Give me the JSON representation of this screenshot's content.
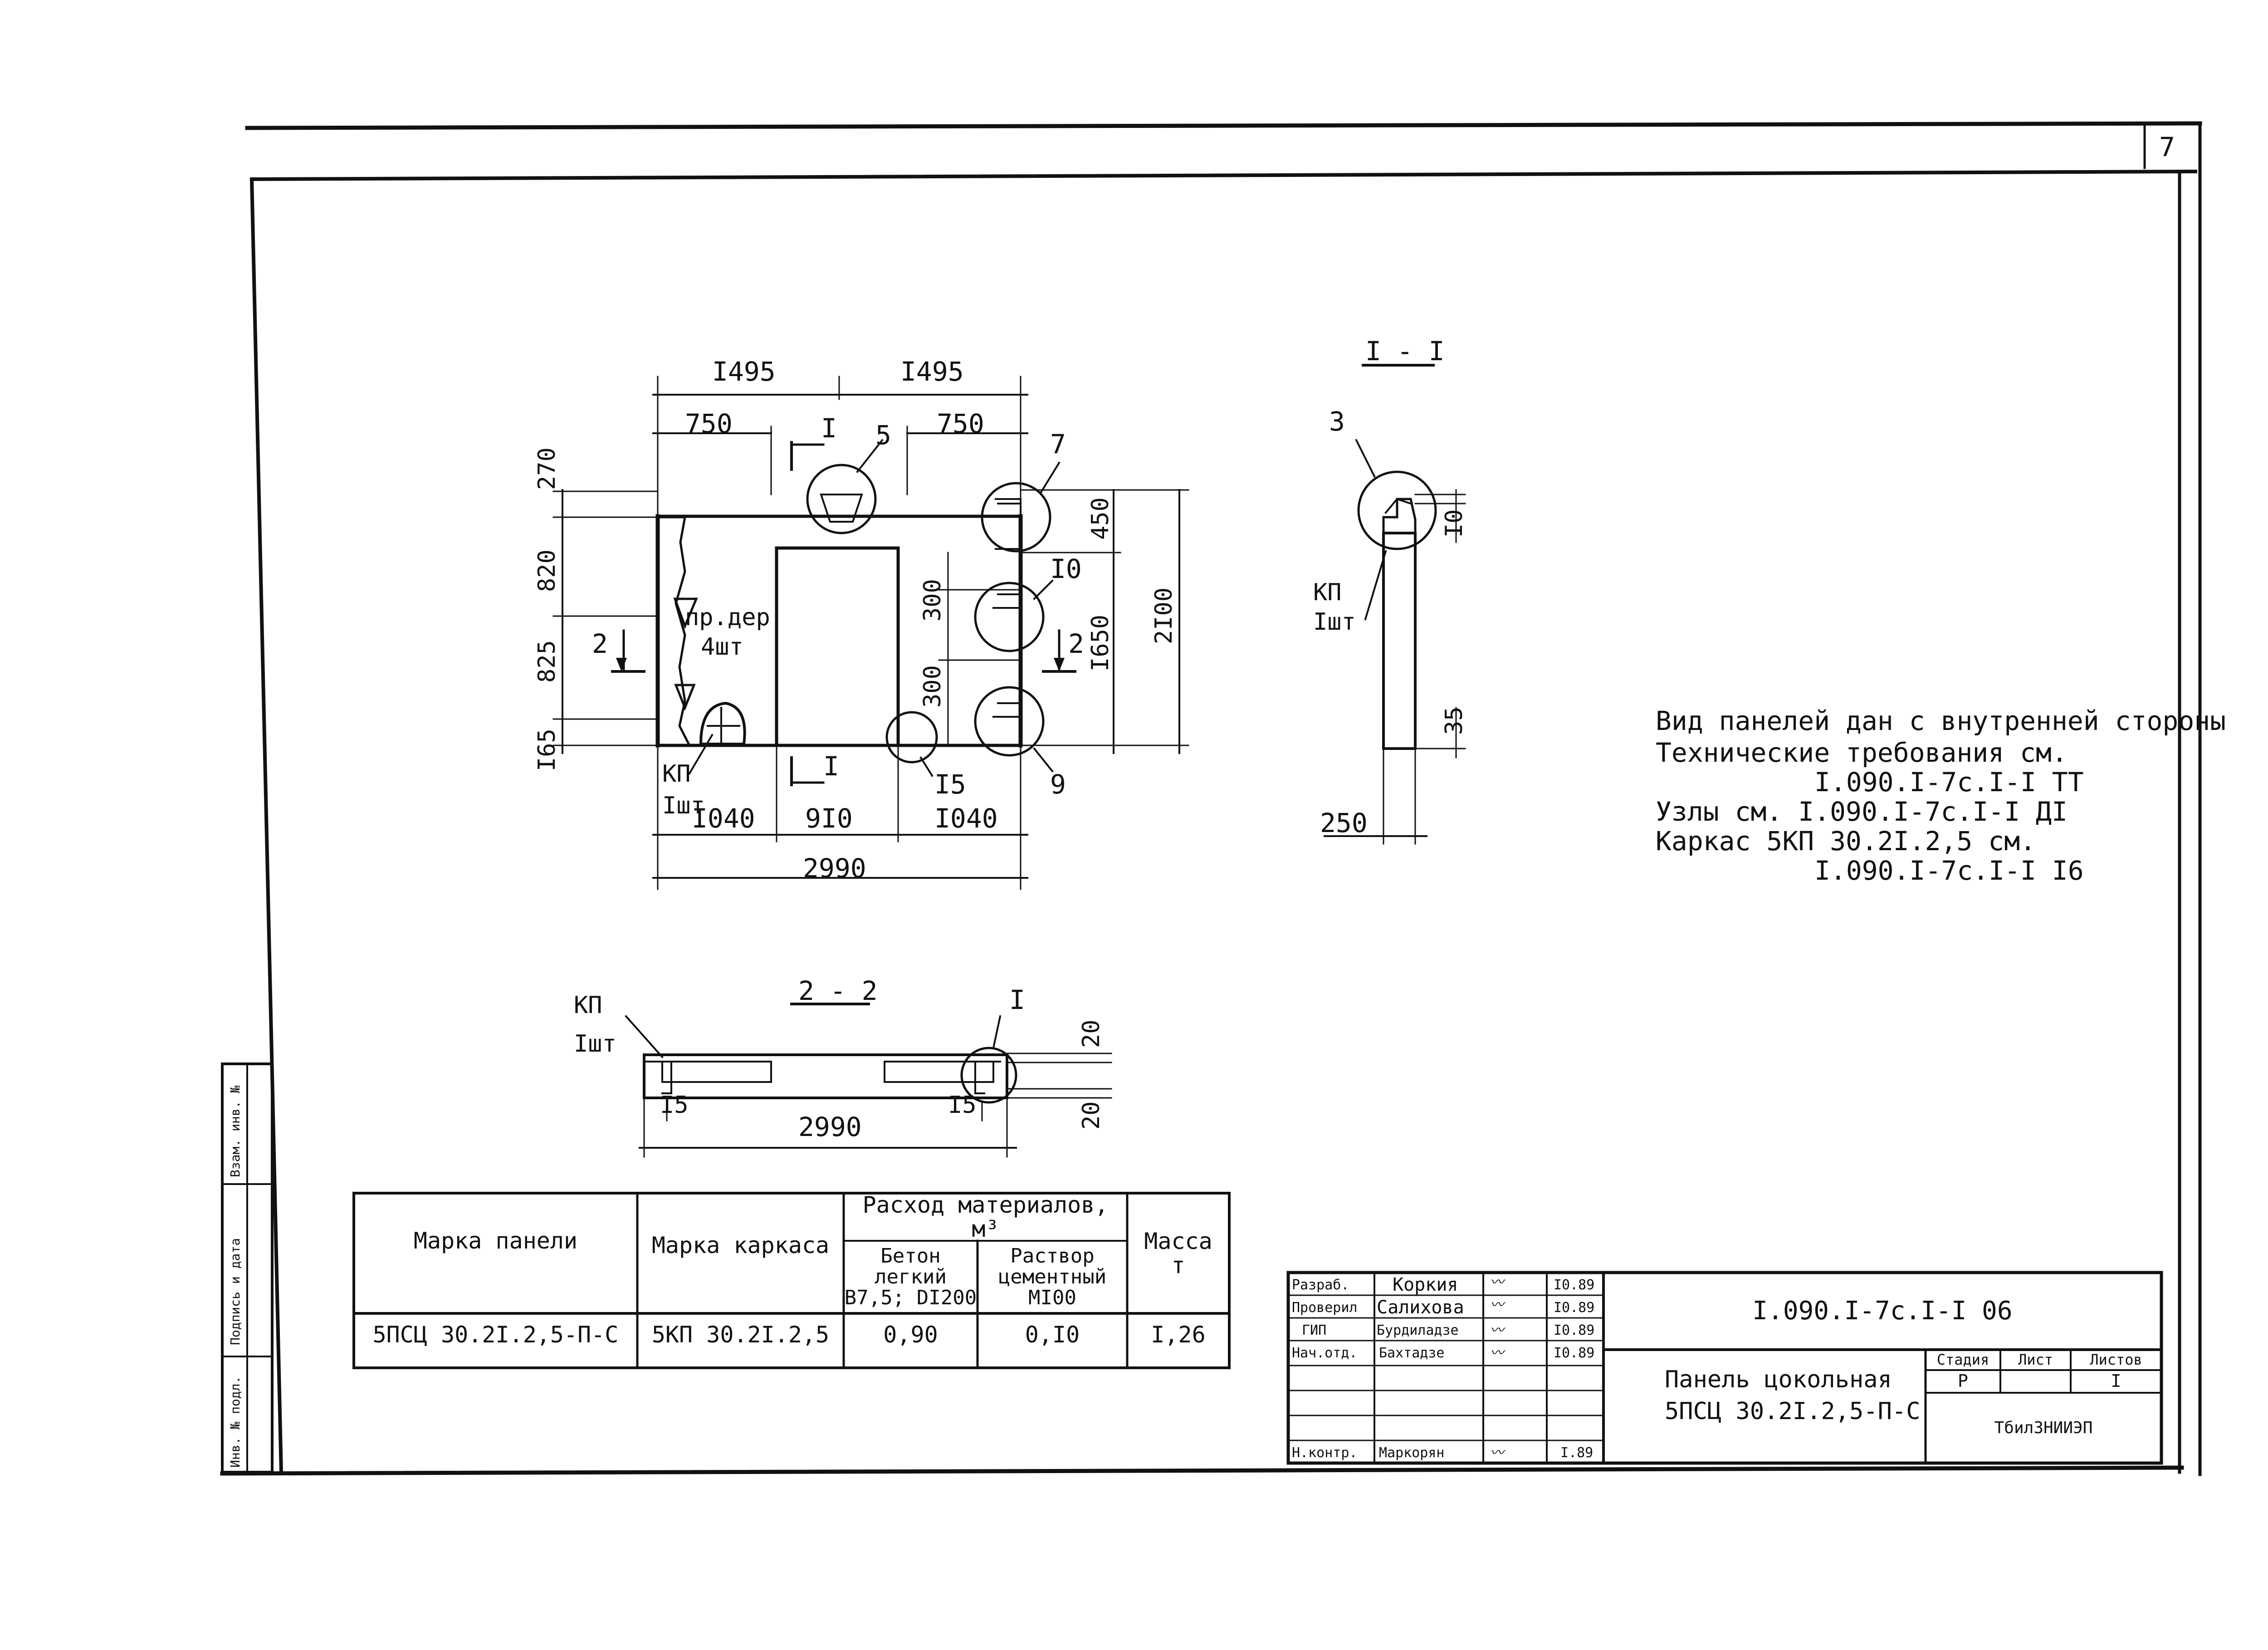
{
  "sheet": {
    "page_number": "7",
    "notes": [
      "Вид панелей дан с внутренней стороны",
      "Технические требования см.",
      "I.090.I-7c.I-I ТТ",
      "Узлы см. I.090.I-7c.I-I ДI",
      "Каркас 5КП 30.2I.2,5 см.",
      "I.090.I-7c.I-I I6"
    ]
  },
  "elevation": {
    "dims_top": [
      "I495",
      "I495"
    ],
    "dims_top2": [
      "750",
      "750"
    ],
    "dims_left": [
      "270",
      "820",
      "825",
      "I65"
    ],
    "dims_right": [
      "450",
      "I650",
      "2I00"
    ],
    "dims_inner": [
      "300",
      "300"
    ],
    "dims_bottom": [
      "I040",
      "9I0",
      "I040"
    ],
    "dim_total": "2990",
    "callouts": [
      "5",
      "7",
      "I0",
      "9",
      "I5"
    ],
    "section_marks": [
      "I",
      "I",
      "2",
      "2"
    ],
    "label_wood": "пр.дер",
    "label_wood_qty": "4шт",
    "label_kp": "КП",
    "label_kp_qty": "Iшт"
  },
  "section11": {
    "title": "I - I",
    "callout": "3",
    "dims": [
      "I0",
      "35",
      "250"
    ],
    "label_kp": "КП",
    "label_kp_qty": "Iшт"
  },
  "section22": {
    "title": "2 - 2",
    "callout": "I",
    "dims": [
      "I5",
      "I5",
      "2990",
      "20",
      "20"
    ],
    "label_kp": "КП",
    "label_kp_qty": "Iшт"
  },
  "spec_table": {
    "h_panel": "Марка панели",
    "h_frame": "Марка каркаса",
    "h_consumption": "Расход материалов, м³",
    "h_concrete": "Бетон\nлегкий\nB7,5; DI200",
    "h_mortar": "Раствор\nцементный\nMI00",
    "h_mass": "Масса\nт",
    "row": {
      "panel": "5ПСЦ 30.2I.2,5-П-С",
      "frame": "5КП 30.2I.2,5",
      "concrete": "0,90",
      "mortar": "0,I0",
      "mass": "I,26"
    }
  },
  "title_block": {
    "doc_code": "I.090.I-7c.I-I 06",
    "roles": [
      "Разраб.",
      "Проверил",
      "ГИП",
      "Нач.отд.",
      "",
      "",
      "Н.контр."
    ],
    "names": [
      "Коркия",
      "Салихова",
      "Бурдиладзе",
      "Бахтадзе",
      "",
      "",
      "Маркорян"
    ],
    "dates": [
      "I0.89",
      "I0.89",
      "I0.89",
      "I0.89",
      "",
      "",
      "I.89"
    ],
    "title_line1": "Панель цокольная",
    "title_line2": "5ПСЦ 30.2I.2,5-П-С",
    "h_stage": "Стадия",
    "h_sheet": "Лист",
    "h_sheets": "Листов",
    "stage": "Р",
    "sheets": "I",
    "org": "ТбилЗНИИЭП"
  },
  "side_stamp": {
    "labels": [
      "Взам. инв. №",
      "Подпись и дата",
      "Инв. № подл."
    ]
  }
}
